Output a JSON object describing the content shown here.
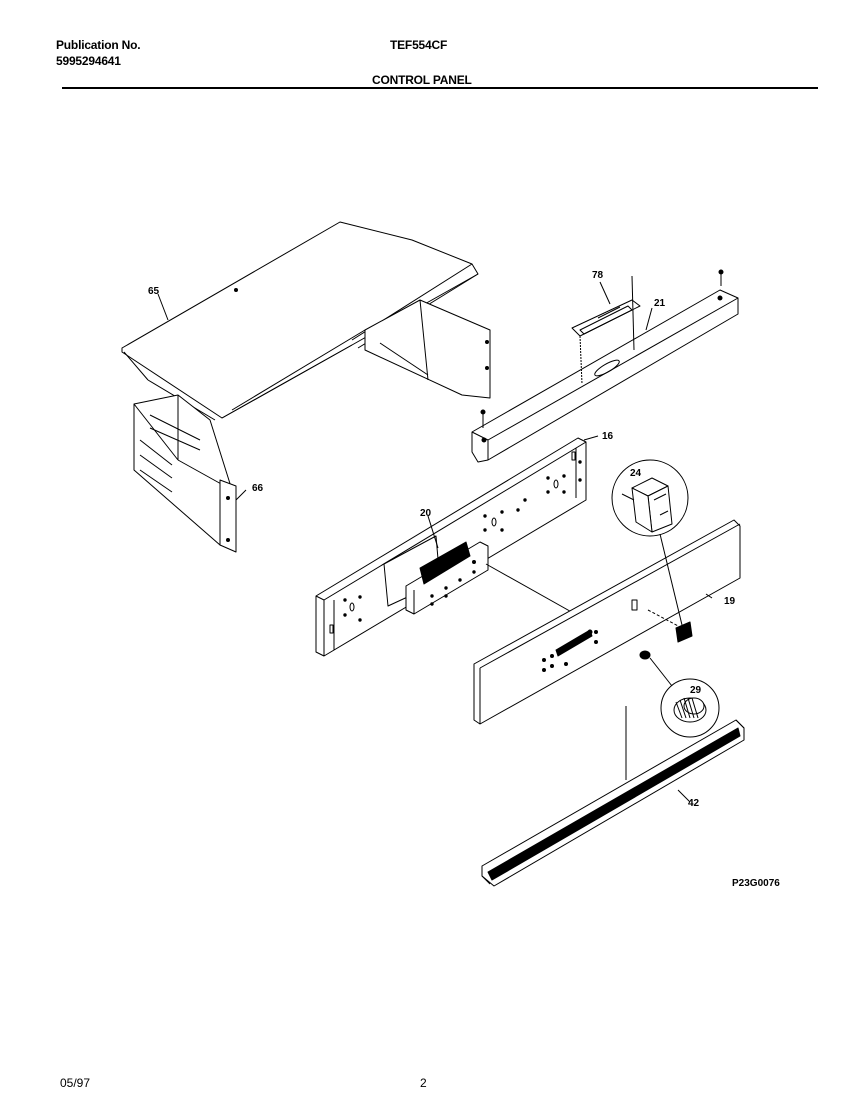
{
  "header": {
    "publication_label": "Publication No.",
    "publication_number": "5995294641",
    "model": "TEF554CF",
    "section_title": "CONTROL PANEL"
  },
  "diagram": {
    "callouts": [
      "65",
      "66",
      "78",
      "21",
      "16",
      "20",
      "24",
      "19",
      "29",
      "42"
    ],
    "drawing_code": "P23G0076"
  },
  "footer": {
    "date": "05/97",
    "page": "2"
  }
}
